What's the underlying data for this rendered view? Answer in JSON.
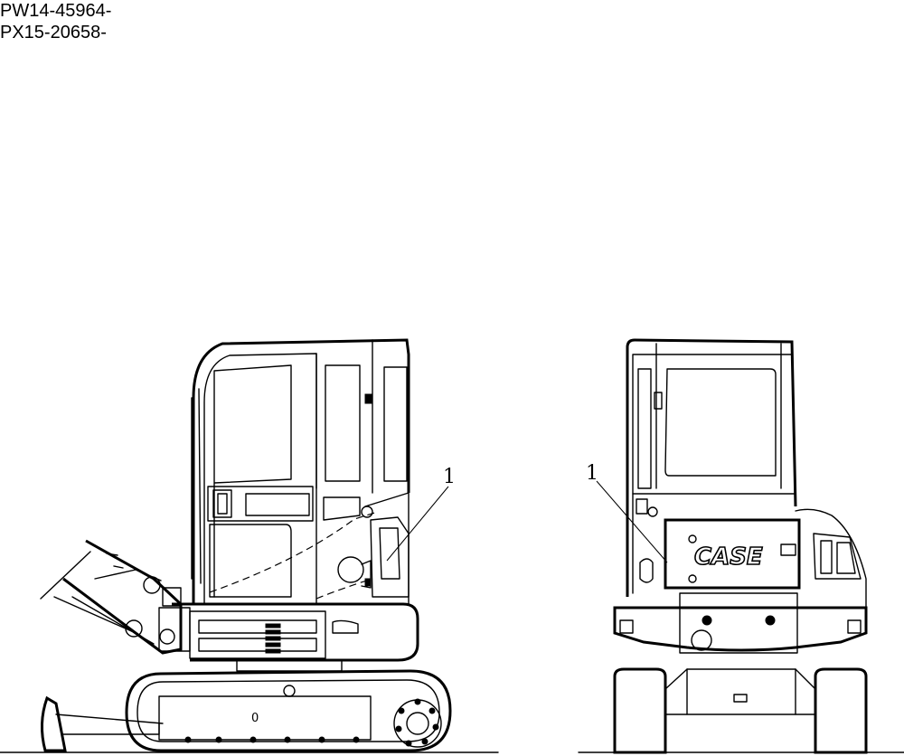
{
  "serial_numbers": [
    "PW14-45964-",
    "PX15-20658-"
  ],
  "callouts": {
    "side_view": "1",
    "rear_view": "1"
  },
  "rear_logo_text": "CASE",
  "side_track_label": "0"
}
